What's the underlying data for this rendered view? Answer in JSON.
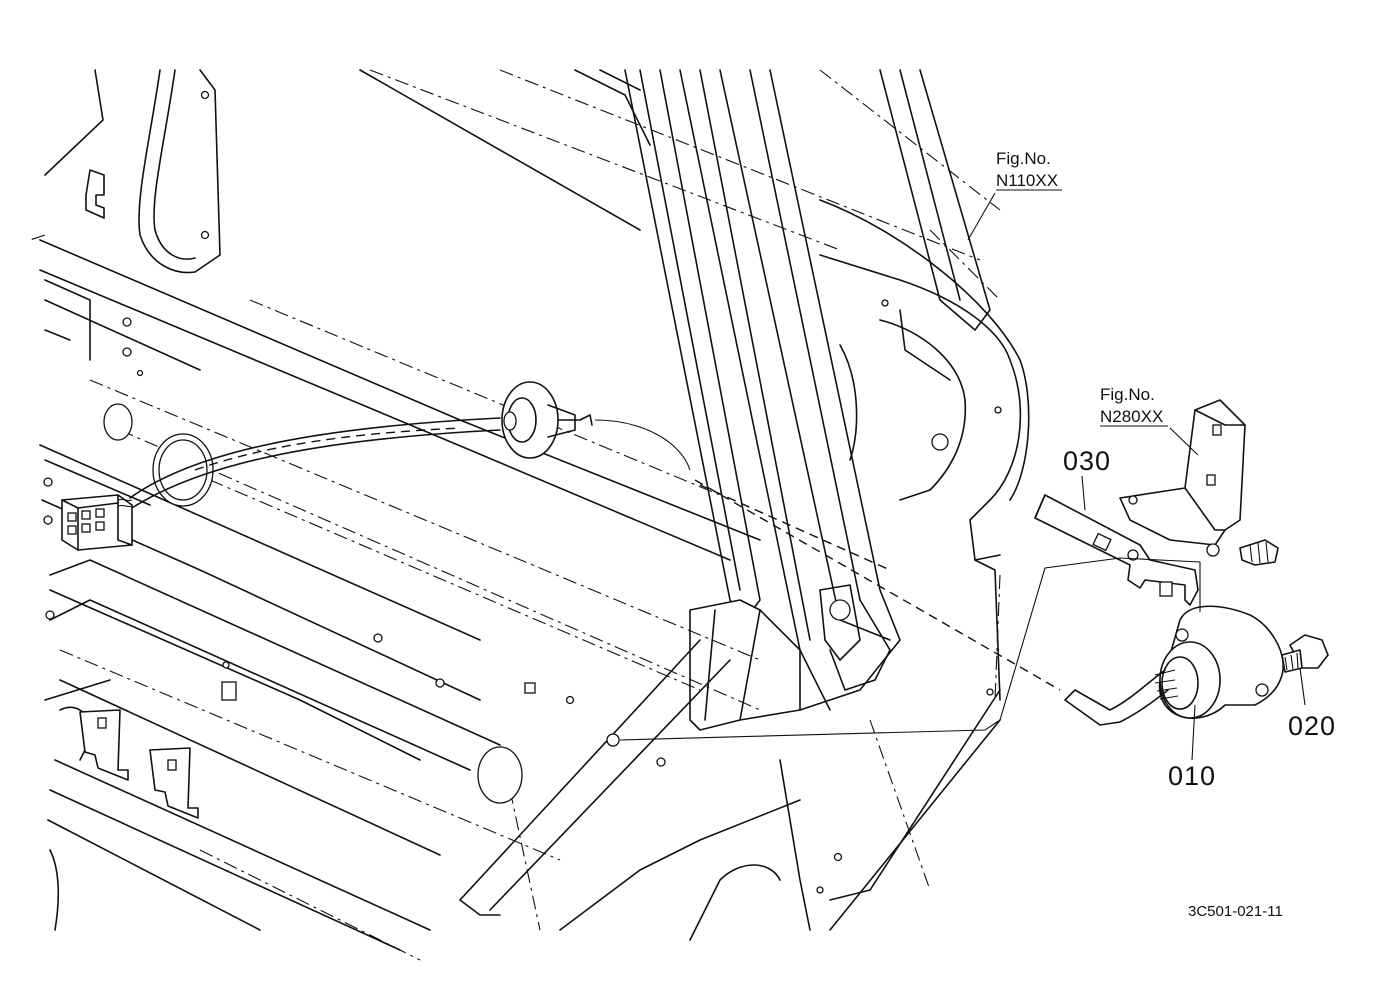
{
  "figure_refs": [
    {
      "line1": "Fig.No.",
      "line2": "N110XX"
    },
    {
      "line1": "Fig.No.",
      "line2": "N280XX"
    }
  ],
  "part_numbers": [
    "010",
    "020",
    "030"
  ],
  "drawing_number": "3C501-021-11"
}
